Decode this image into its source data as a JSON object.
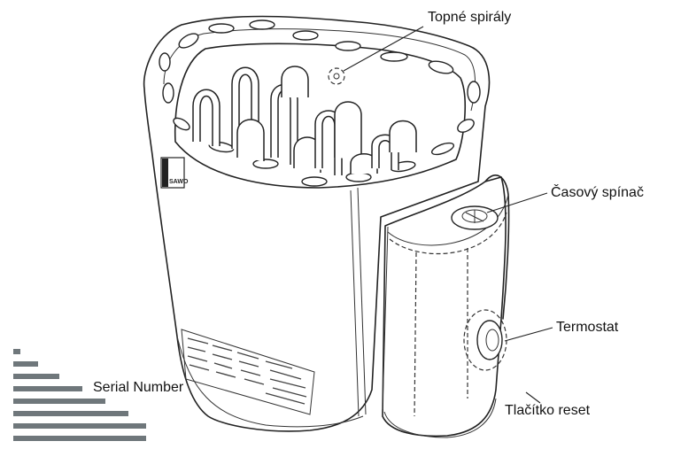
{
  "labels": {
    "heating_coils": "Topné spirály",
    "timer_switch": "Časový spínač",
    "thermostat": "Termostat",
    "serial_number": "Serial Number",
    "reset_button": "Tlačítko reset"
  },
  "logo_text": "SAWO",
  "colors": {
    "line": "#222222",
    "background": "#ffffff",
    "stripe": "#6f777b"
  }
}
